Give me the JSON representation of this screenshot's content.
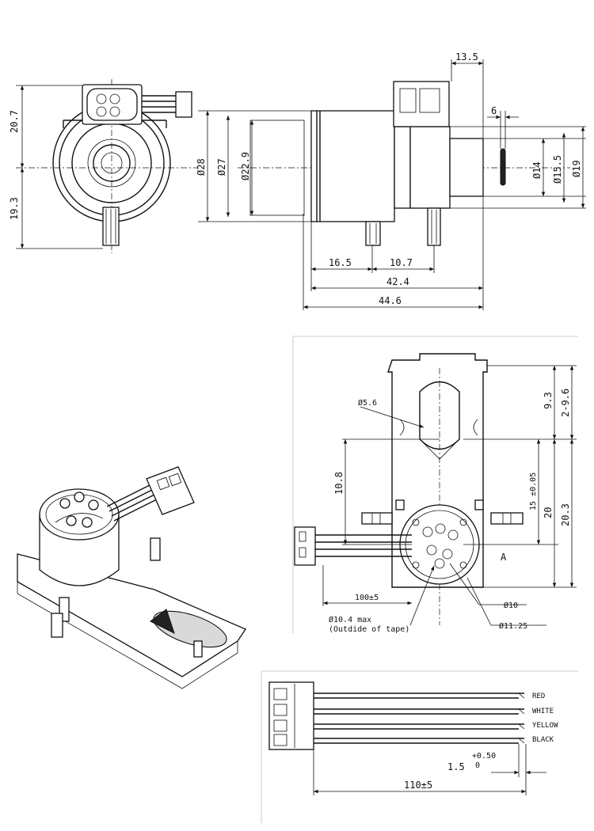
{
  "top_drawing": {
    "end_view": {
      "dim_upper": "20.7",
      "dim_lower": "19.3"
    },
    "side_view": {
      "dia_body_outer": "Ø28",
      "dia_body_inner": "Ø27",
      "dia_recess": "Ø22.9",
      "dim_connector_offset": "13.5",
      "dim_slot": "6",
      "dia_shaft": "Ø14",
      "dia_mid": "Ø15.5",
      "dia_outer": "Ø19",
      "dim_a": "16.5",
      "dim_b": "10.7",
      "dim_total_inner": "42.4",
      "dim_total": "44.6"
    }
  },
  "mount_drawing": {
    "dia_hole": "Ø5.6",
    "dim_top_a": "9.3",
    "dim_top_b": "2-9.6",
    "dim_left": "10.8",
    "dim_tol": "15 ±0.05",
    "dim_20": "20",
    "dim_20_3": "20.3",
    "datum": "A",
    "wire_length": "100±5",
    "dia_tape": "Ø10.4 max",
    "tape_note": "(Outdide of tape)",
    "dia_10": "Ø10",
    "dia_11_25": "Ø11.25"
  },
  "wire_drawing": {
    "wires": [
      "RED",
      "WHITE",
      "YELLOW",
      "BLACK"
    ],
    "strip_length": "1.5",
    "strip_tol_upper": "+0.50",
    "strip_tol_lower": "0",
    "total_length": "110±5"
  },
  "colors": {
    "line": "#111111",
    "background": "#ffffff"
  }
}
